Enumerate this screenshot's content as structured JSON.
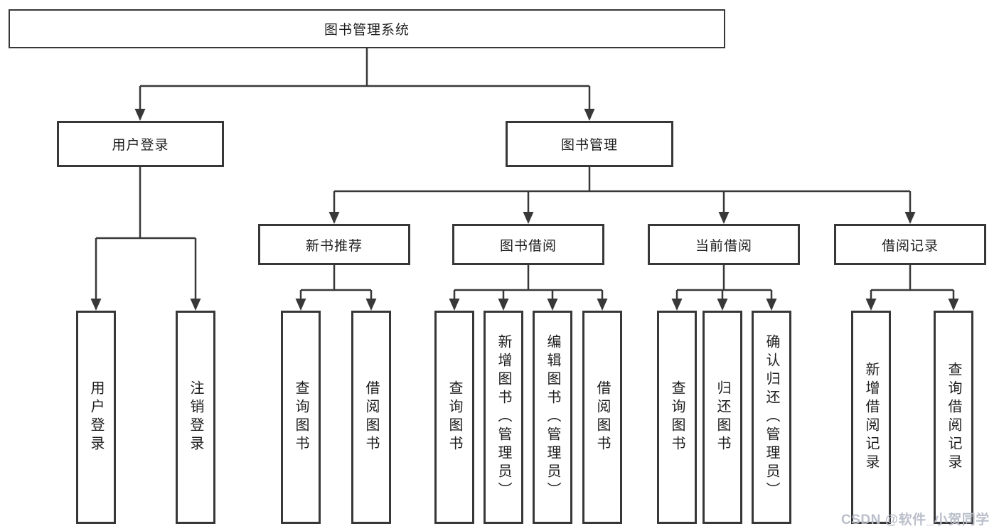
{
  "diagram": {
    "root": "图书管理系统",
    "level2": [
      "用户登录",
      "图书管理"
    ],
    "level3": [
      "新书推荐",
      "图书借阅",
      "当前借阅",
      "借阅记录"
    ],
    "leaves": {
      "user_login": [
        "用户登录",
        "注销登录"
      ],
      "new_book_rec": [
        "查询图书",
        "借阅图书"
      ],
      "book_borrow": [
        "查询图书",
        "新增图书（管理员）",
        "编辑图书（管理员）",
        "借阅图书"
      ],
      "current_borrow": [
        "查询图书",
        "归还图书",
        "确认归还（管理员）"
      ],
      "borrow_records": [
        "新增借阅记录",
        "查询借阅记录"
      ]
    }
  },
  "watermark": "CSDN @软件_小贺同学",
  "colors": {
    "line": "#383838",
    "border": "#373737",
    "text": "#1d1d1d",
    "watermark": "#b6bcc7",
    "background": "#ffffff"
  }
}
